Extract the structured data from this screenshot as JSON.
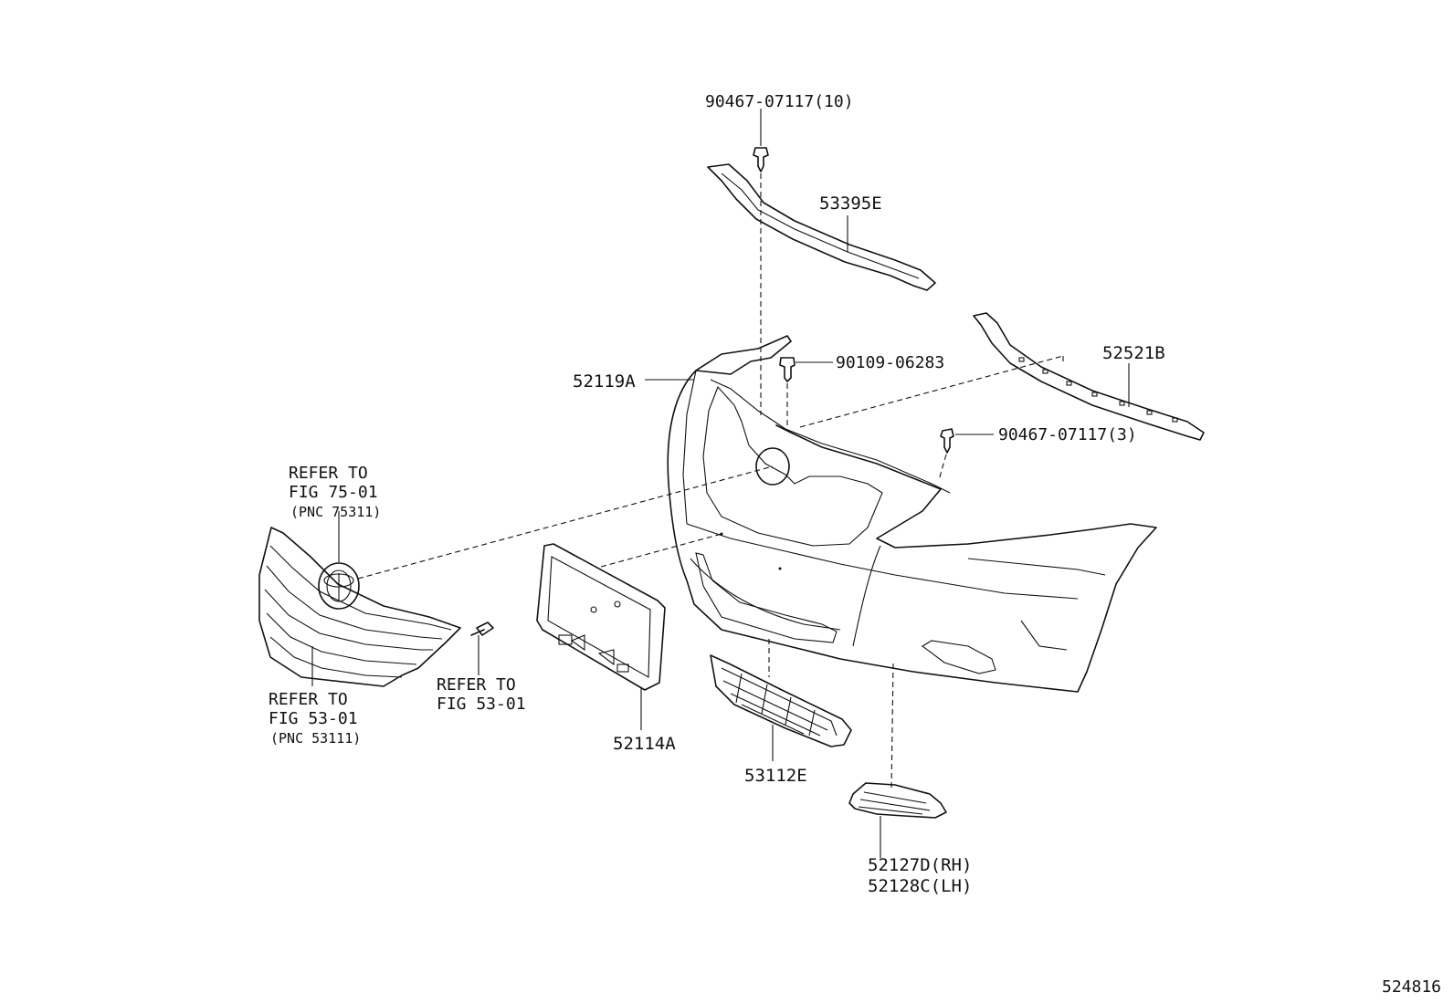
{
  "labels": {
    "clip_top": "90467-07117(10)",
    "seal_upper": "53395E",
    "bumper_cover": "52119A",
    "bolt": "90109-06283",
    "retainer": "52521B",
    "clip_side": "90467-07117(3)",
    "plate_bracket": "52114A",
    "lower_grille": "53112E",
    "fog_cover_rh": "52127D(RH)",
    "fog_cover_lh": "52128C(LH)"
  },
  "refs": {
    "emblem": {
      "line1": "REFER TO",
      "line2": "FIG 75-01",
      "line3": "(PNC 75311)"
    },
    "grille": {
      "line1": "REFER TO",
      "line2": "FIG 53-01",
      "line3": "(PNC 53111)"
    },
    "screw": {
      "line1": "REFER TO",
      "line2": "FIG 53-01"
    }
  },
  "diagram_id": "524816"
}
